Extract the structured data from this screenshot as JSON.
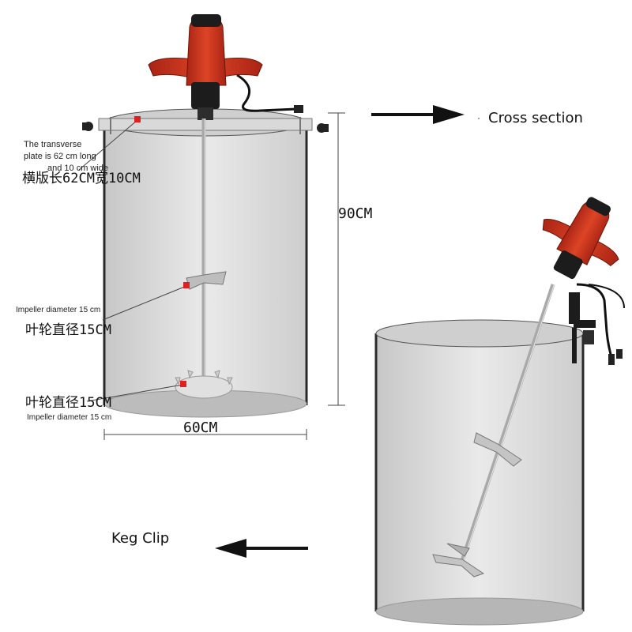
{
  "annotations": {
    "plate_en": "The transverse plate is 62 cm long and 10 cm wide",
    "plate_en_line1": "The transverse",
    "plate_en_line2": "plate is 62 cm long",
    "plate_en_line3": "and 10 cm wide",
    "plate_cn": "横版长62CM宽10CM",
    "impeller_upper_en": "Impeller diameter 15 cm",
    "impeller_upper_cn": "叶轮直径15CM",
    "impeller_lower_cn": "叶轮直径15CM",
    "impeller_lower_en": "Impeller diameter 15 cm"
  },
  "dimensions": {
    "height": "90CM",
    "diameter": "60CM"
  },
  "captions": {
    "right_arrow": "Cross section",
    "left_arrow": "Keg Clip"
  },
  "colors": {
    "motor_body": "#c8321f",
    "motor_dark": "#1c1c1c",
    "tank_fill": "#d4d4d4",
    "tank_edge": "#2a2a2a",
    "shaft": "#a9a9a9",
    "marker": "#e02020"
  },
  "icons": [
    "arrow-right-icon",
    "arrow-left-icon",
    "marker-square-icon"
  ]
}
